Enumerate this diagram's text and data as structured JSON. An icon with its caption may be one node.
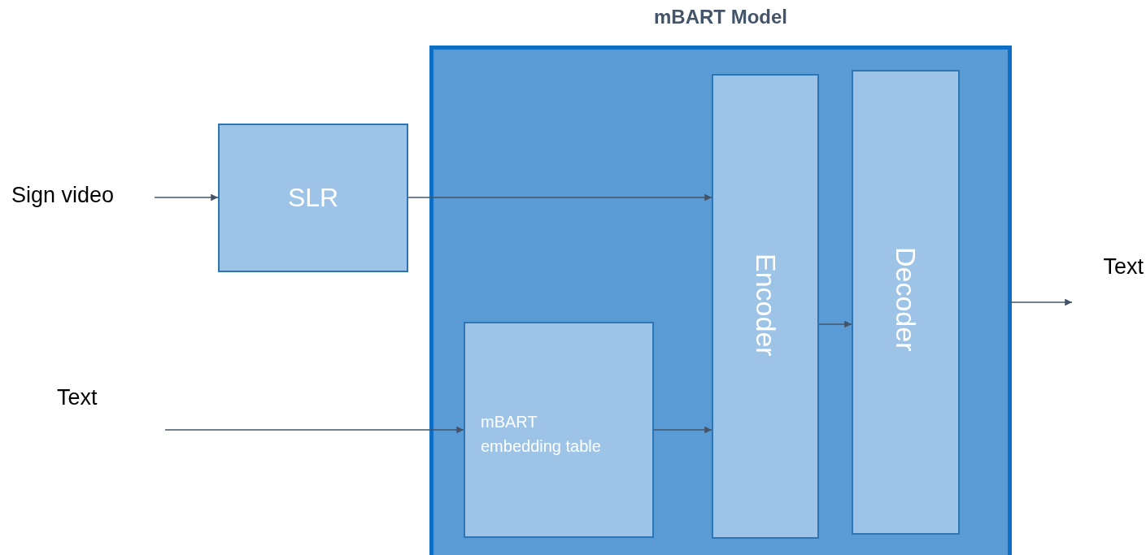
{
  "diagram": {
    "nodes": [
      {
        "text": [
          "Sign video"
        ]
      },
      {
        "text": [
          "SLR"
        ]
      },
      {
        "text": [
          "mBART Model"
        ]
      },
      {
        "text": [
          "mBART embedding table"
        ],
        "in": 2
      },
      {
        "text": [
          "Encoder"
        ],
        "in": 2
      },
      {
        "text": [
          "Decoder"
        ],
        "in": 2
      },
      {
        "text": [
          "Text"
        ]
      },
      {
        "text": [
          "Text"
        ]
      }
    ],
    "edges": [
      {
        "from": 0,
        "to": 1,
        "arrow": "to"
      },
      {
        "from": 1,
        "to": 4,
        "arrow": "to"
      },
      {
        "from": 6,
        "to": 3,
        "arrow": "to"
      },
      {
        "from": 3,
        "to": 4,
        "arrow": "to"
      },
      {
        "from": 4,
        "to": 5,
        "arrow": "to"
      },
      {
        "from": 2,
        "to": 7,
        "arrow": "to"
      }
    ]
  }
}
